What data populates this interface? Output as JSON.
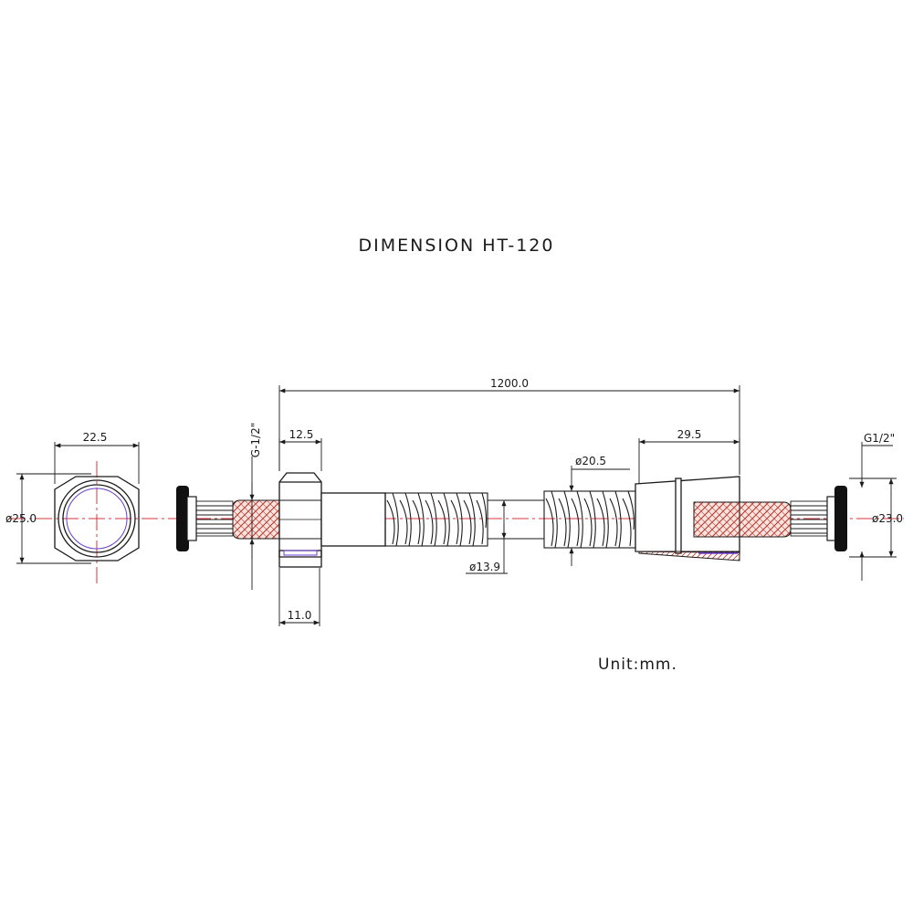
{
  "drawing": {
    "title": "DIMENSION HT-120",
    "unit_note": "Unit:mm.",
    "dimensions": {
      "hex_width": "22.5",
      "hex_diameter": "ø25.0",
      "thread_left": "G-1/2\"",
      "nut_length": "12.5",
      "nut_thread": "11.0",
      "total_length": "1200.0",
      "hose_outer": "ø20.5",
      "hose_inner": "ø13.9",
      "sleeve_length": "29.5",
      "thread_right": "G1/2\"",
      "end_diameter": "ø23.0"
    },
    "colors": {
      "line": "#1a1a1a",
      "centerline": "#d9363e",
      "braid": "#c0392b",
      "seal": "#6a3fd1"
    }
  }
}
